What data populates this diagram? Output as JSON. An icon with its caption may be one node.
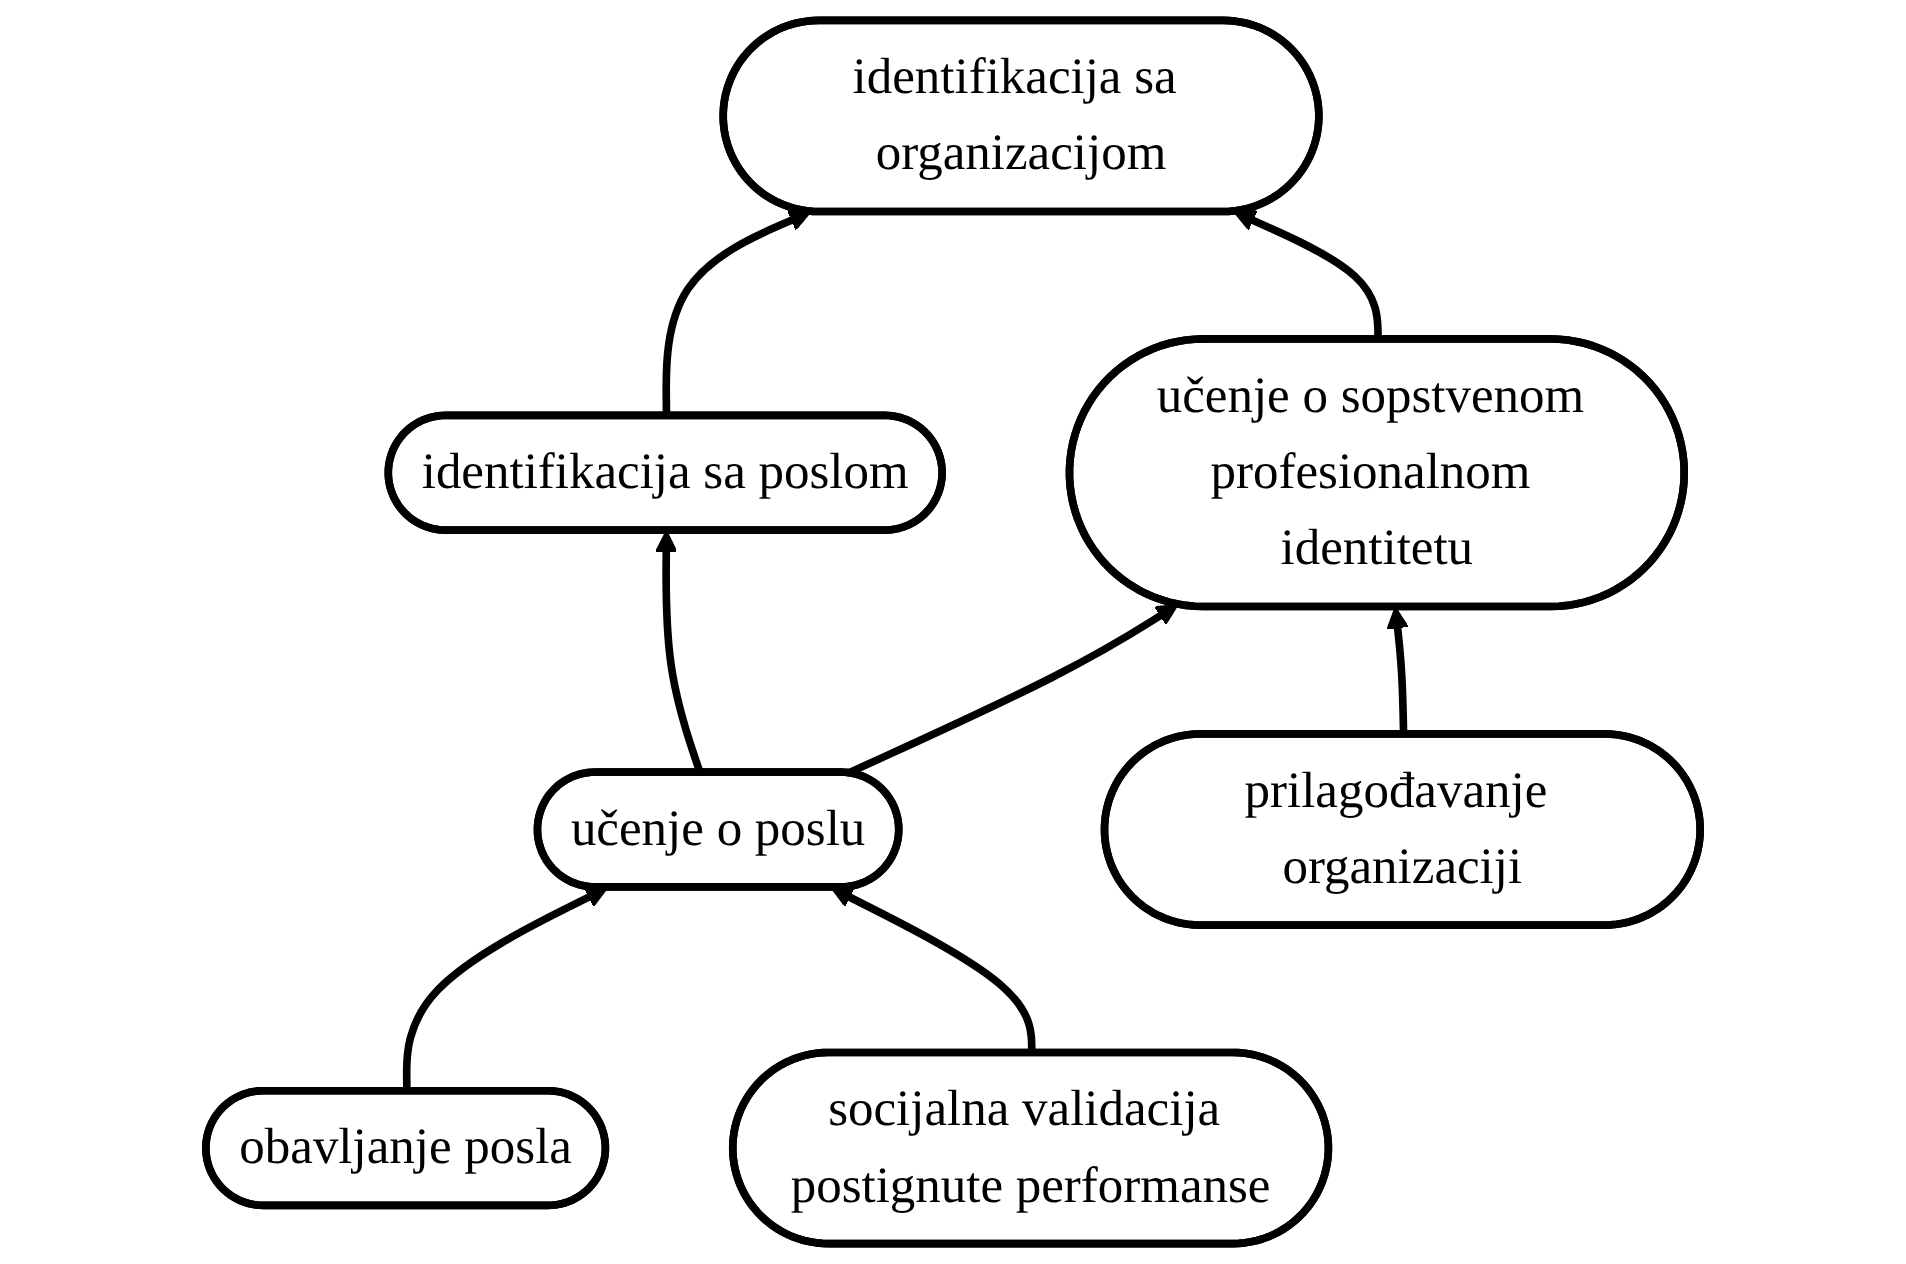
{
  "diagram": {
    "nodes": [
      {
        "text": [
          "identifikacija sa organizacijom"
        ]
      },
      {
        "text": [
          "identifikacija sa poslom"
        ]
      },
      {
        "text": [
          "učenje o sopstvenom profesionalnom identitetu"
        ]
      },
      {
        "text": [
          "učenje o poslu"
        ]
      },
      {
        "text": [
          "prilagođavanje organizaciji"
        ]
      },
      {
        "text": [
          "obavljanje posla"
        ]
      },
      {
        "text": [
          "socijalna validacija postignute performanse"
        ]
      }
    ],
    "edges": [
      {
        "from": 1,
        "to": 0,
        "arrow": "to"
      },
      {
        "from": 2,
        "to": 0,
        "arrow": "to"
      },
      {
        "from": 3,
        "to": 1,
        "arrow": "to"
      },
      {
        "from": 3,
        "to": 2,
        "arrow": "to"
      },
      {
        "from": 4,
        "to": 2,
        "arrow": "to"
      },
      {
        "from": 5,
        "to": 3,
        "arrow": "to"
      },
      {
        "from": 6,
        "to": 3,
        "arrow": "to"
      }
    ]
  }
}
